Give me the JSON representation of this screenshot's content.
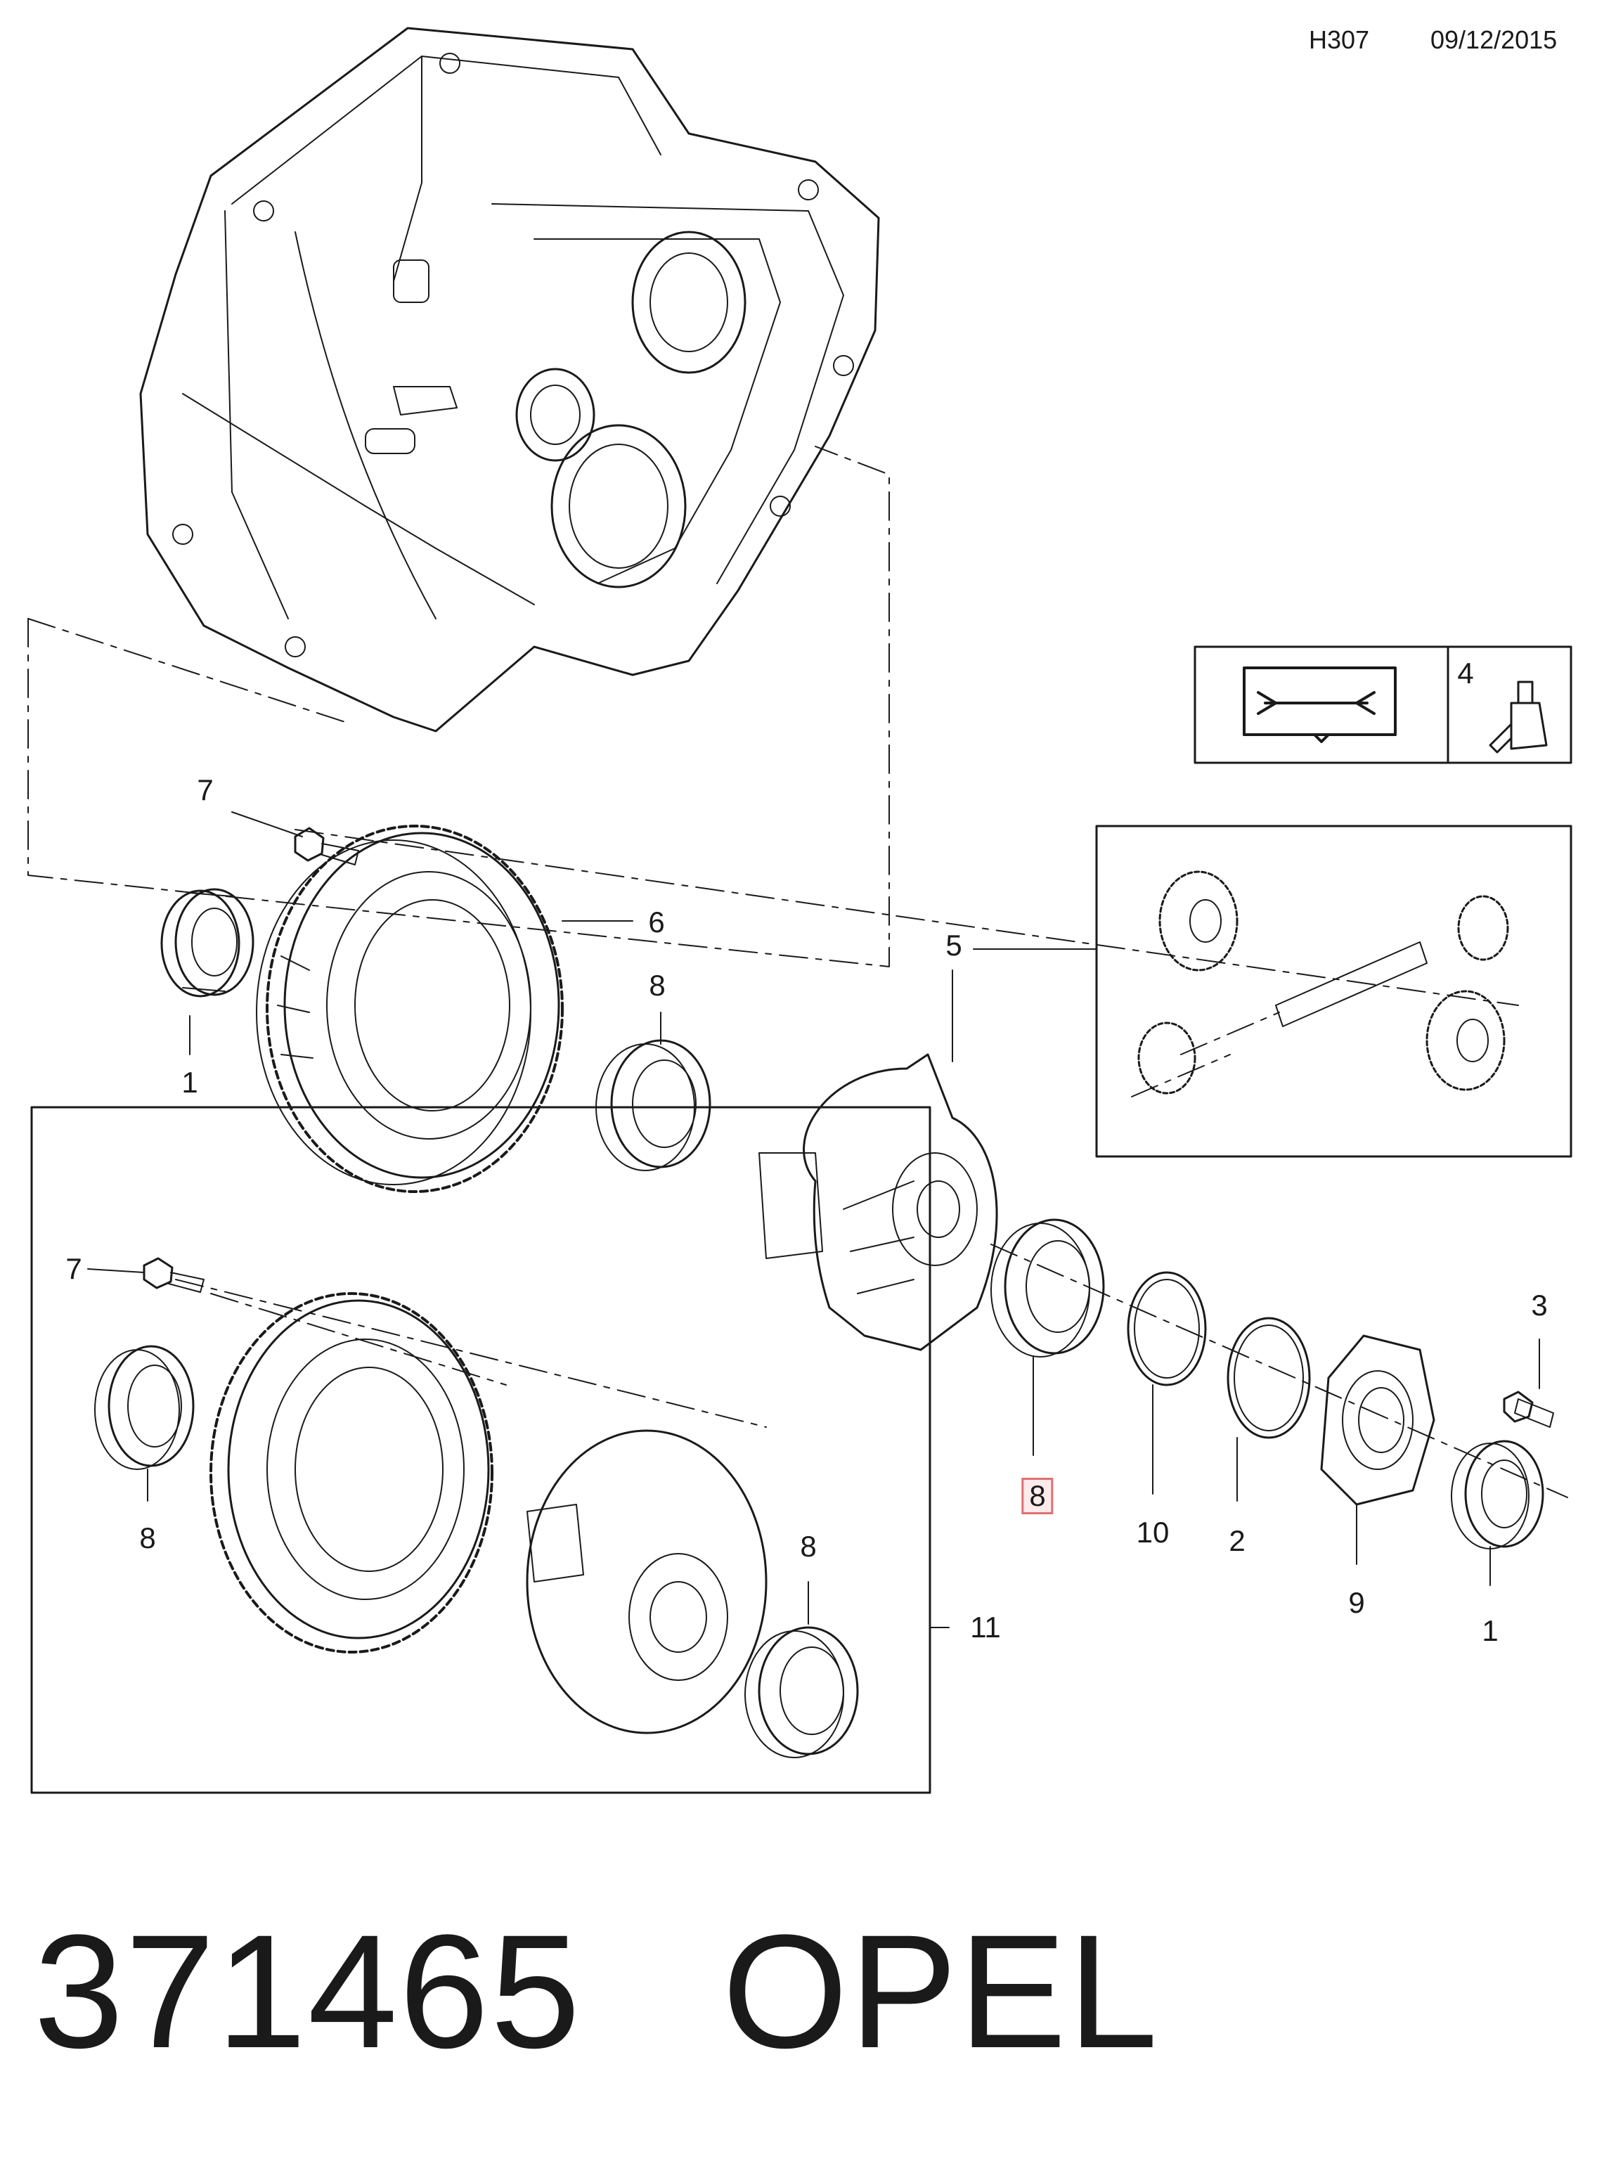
{
  "header": {
    "code": "H307",
    "date": "09/12/2015"
  },
  "callouts": [
    {
      "id": "c7a",
      "text": "7"
    },
    {
      "id": "c6",
      "text": "6"
    },
    {
      "id": "c1a",
      "text": "1"
    },
    {
      "id": "c8a",
      "text": "8"
    },
    {
      "id": "c5",
      "text": "5"
    },
    {
      "id": "c4",
      "text": "4"
    },
    {
      "id": "c7b",
      "text": "7"
    },
    {
      "id": "c8b",
      "text": "8"
    },
    {
      "id": "c8c",
      "text": "8"
    },
    {
      "id": "c11",
      "text": "11"
    },
    {
      "id": "c8d",
      "text": "8"
    },
    {
      "id": "c10",
      "text": "10"
    },
    {
      "id": "c2",
      "text": "2"
    },
    {
      "id": "c9",
      "text": "9"
    },
    {
      "id": "c1b",
      "text": "1"
    },
    {
      "id": "c3",
      "text": "3"
    }
  ],
  "highlighted_callout": "c8d",
  "footer": {
    "part_number": "371465",
    "brand": "OPEL"
  }
}
